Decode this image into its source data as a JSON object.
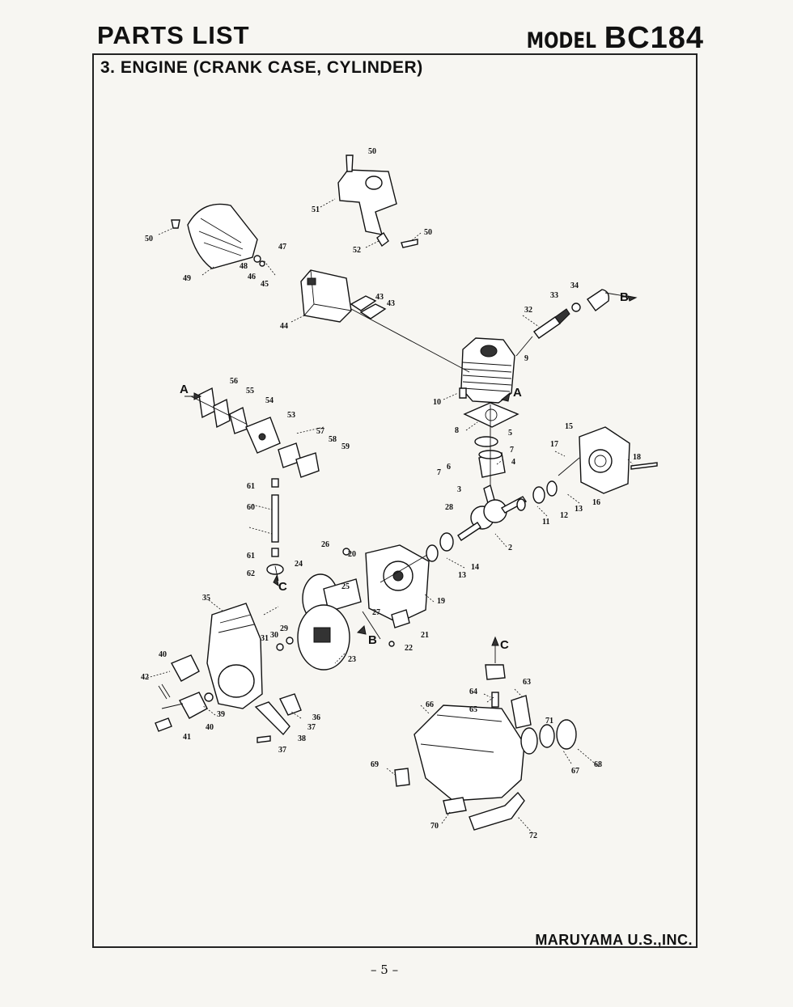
{
  "header": {
    "title": "PARTS LIST",
    "model_label": "MODEL",
    "model_number": "BC184"
  },
  "section_title": "3. ENGINE (CRANK CASE, CYLINDER)",
  "footer": {
    "company": "MARUYAMA U.S.,INC.",
    "page_number": "– 5 –"
  },
  "diagram": {
    "ref_markers": [
      "A",
      "B",
      "C"
    ],
    "callouts": [
      "2",
      "3",
      "4",
      "5",
      "6",
      "7",
      "8",
      "9",
      "10",
      "11",
      "12",
      "13",
      "14",
      "15",
      "16",
      "17",
      "18",
      "19",
      "20",
      "21",
      "22",
      "23",
      "24",
      "25",
      "26",
      "27",
      "28",
      "29",
      "30",
      "31",
      "32",
      "33",
      "34",
      "35",
      "36",
      "37",
      "38",
      "39",
      "40",
      "41",
      "42",
      "43",
      "44",
      "45",
      "46",
      "47",
      "48",
      "49",
      "50",
      "51",
      "52",
      "53",
      "54",
      "55",
      "56",
      "57",
      "58",
      "59",
      "60",
      "61",
      "62",
      "63",
      "64",
      "65",
      "66",
      "67",
      "68",
      "69",
      "70",
      "71",
      "72"
    ]
  }
}
